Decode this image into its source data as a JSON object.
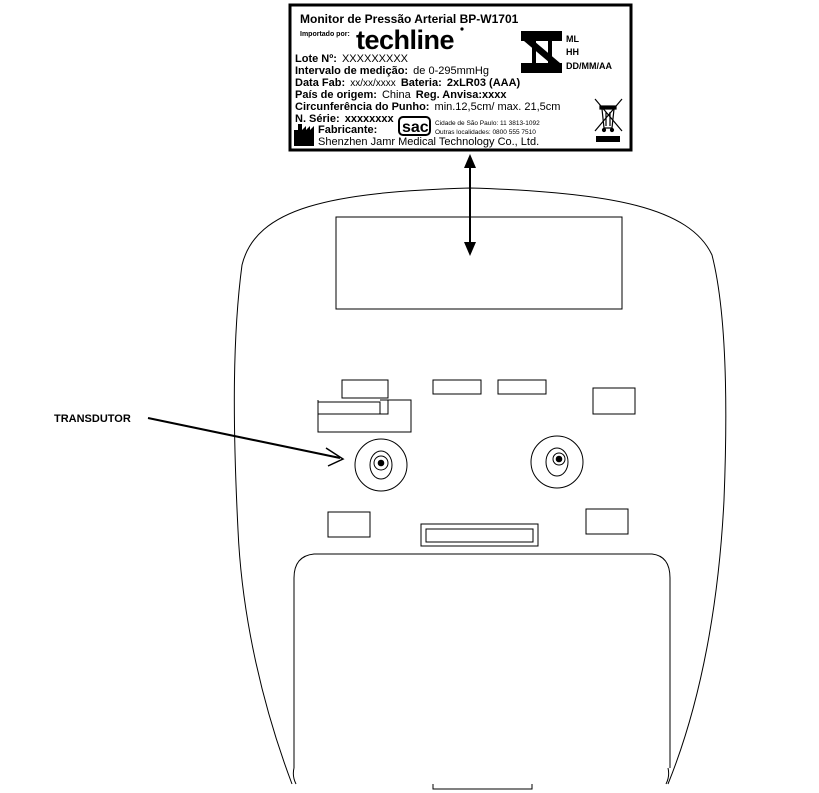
{
  "label": {
    "title": "Monitor de Pressão Arterial BP-W1701",
    "imported_by": "Importado por:",
    "brand": "techline",
    "lot_label": "Lote Nº:",
    "lot_value": "XXXXXXXXX",
    "range_label": "Intervalo de medição:",
    "range_value": "de 0-295mmHg",
    "date_label": "Data Fab:",
    "date_value": "xx/xx/xxxx",
    "battery_label": "Bateria:",
    "battery_value": "2xLR03 (AAA)",
    "origin_label": "País de origem:",
    "origin_value": "China",
    "anvisa_label": "Reg. Anvisa:xxxx",
    "wrist_label": "Circunferência do Punho:",
    "wrist_value": "min.12,5cm/ max. 21,5cm",
    "serial_label": "N. Série:",
    "serial_value": "xxxxxxxx",
    "manufacturer_label": "Fabricante:",
    "manufacturer_value": "Shenzhen Jamr Medical Technology Co., Ltd.",
    "sac_badge": "sac",
    "sac_sp": "Cidade de São Paulo: 11 3813-1092",
    "sac_other": "Outras localidades: 0800 555 7510",
    "date_codes": [
      "ML",
      "HH",
      "DD/MM/AA"
    ]
  },
  "callouts": {
    "transducer": "TRANSDUTOR"
  },
  "icons": {
    "manufacturer": "factory-icon",
    "inmetro": "inmetro-mark-icon",
    "weee": "crossed-bin-icon",
    "arrow": "double-arrow-icon"
  },
  "colors": {
    "stroke": "#000000",
    "background": "#ffffff"
  }
}
